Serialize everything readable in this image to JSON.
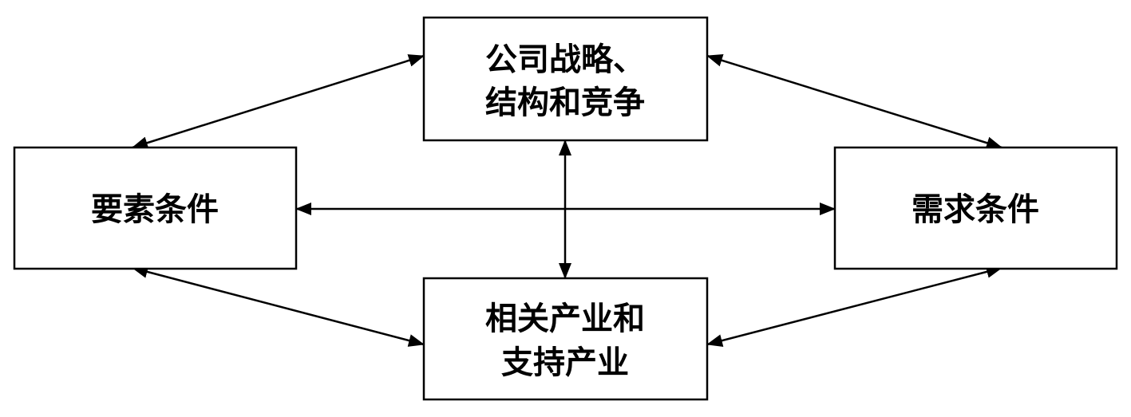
{
  "nodes": {
    "strategy": {
      "lines": [
        "公司战略、",
        "结构和竞争"
      ]
    },
    "factor": {
      "lines": [
        "要素条件"
      ]
    },
    "demand": {
      "lines": [
        "需求条件"
      ]
    },
    "related": {
      "lines": [
        "相关产业和",
        "支持产业"
      ]
    }
  },
  "edges": [
    {
      "from": "strategy",
      "to": "factor",
      "bidirectional": true
    },
    {
      "from": "strategy",
      "to": "demand",
      "bidirectional": true
    },
    {
      "from": "strategy",
      "to": "related",
      "bidirectional": true
    },
    {
      "from": "factor",
      "to": "demand",
      "bidirectional": true
    },
    {
      "from": "factor",
      "to": "related",
      "bidirectional": true
    },
    {
      "from": "demand",
      "to": "related",
      "bidirectional": true
    }
  ],
  "colors": {
    "stroke": "#000000",
    "fill": "#ffffff",
    "text": "#000000"
  }
}
